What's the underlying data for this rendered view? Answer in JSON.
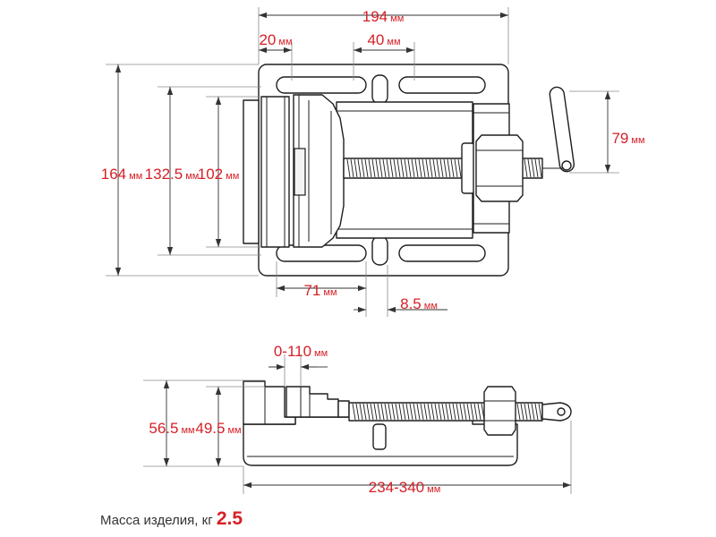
{
  "colors": {
    "dimension": "#d62027",
    "outline": "#1e1e1e",
    "extension": "#8a8a8a"
  },
  "dims": {
    "top_width": {
      "value": "194",
      "unit": "мм"
    },
    "slot_offset": {
      "value": "20",
      "unit": "мм"
    },
    "slot_length": {
      "value": "40",
      "unit": "мм"
    },
    "height_total": {
      "value": "164",
      "unit": "мм"
    },
    "height_mid": {
      "value": "132.5",
      "unit": "мм"
    },
    "jaw_width": {
      "value": "102",
      "unit": "мм"
    },
    "handle": {
      "value": "79",
      "unit": "мм"
    },
    "slot_span": {
      "value": "71",
      "unit": "мм"
    },
    "slot_width": {
      "value": "8.5",
      "unit": "мм"
    },
    "opening": {
      "value": "0-110",
      "unit": "мм"
    },
    "side_height": {
      "value": "56.5",
      "unit": "мм"
    },
    "jaw_height": {
      "value": "49.5",
      "unit": "мм"
    },
    "length": {
      "value": "234-340",
      "unit": "мм"
    }
  },
  "mass": {
    "label": "Масса изделия, кг",
    "value": "2.5"
  }
}
